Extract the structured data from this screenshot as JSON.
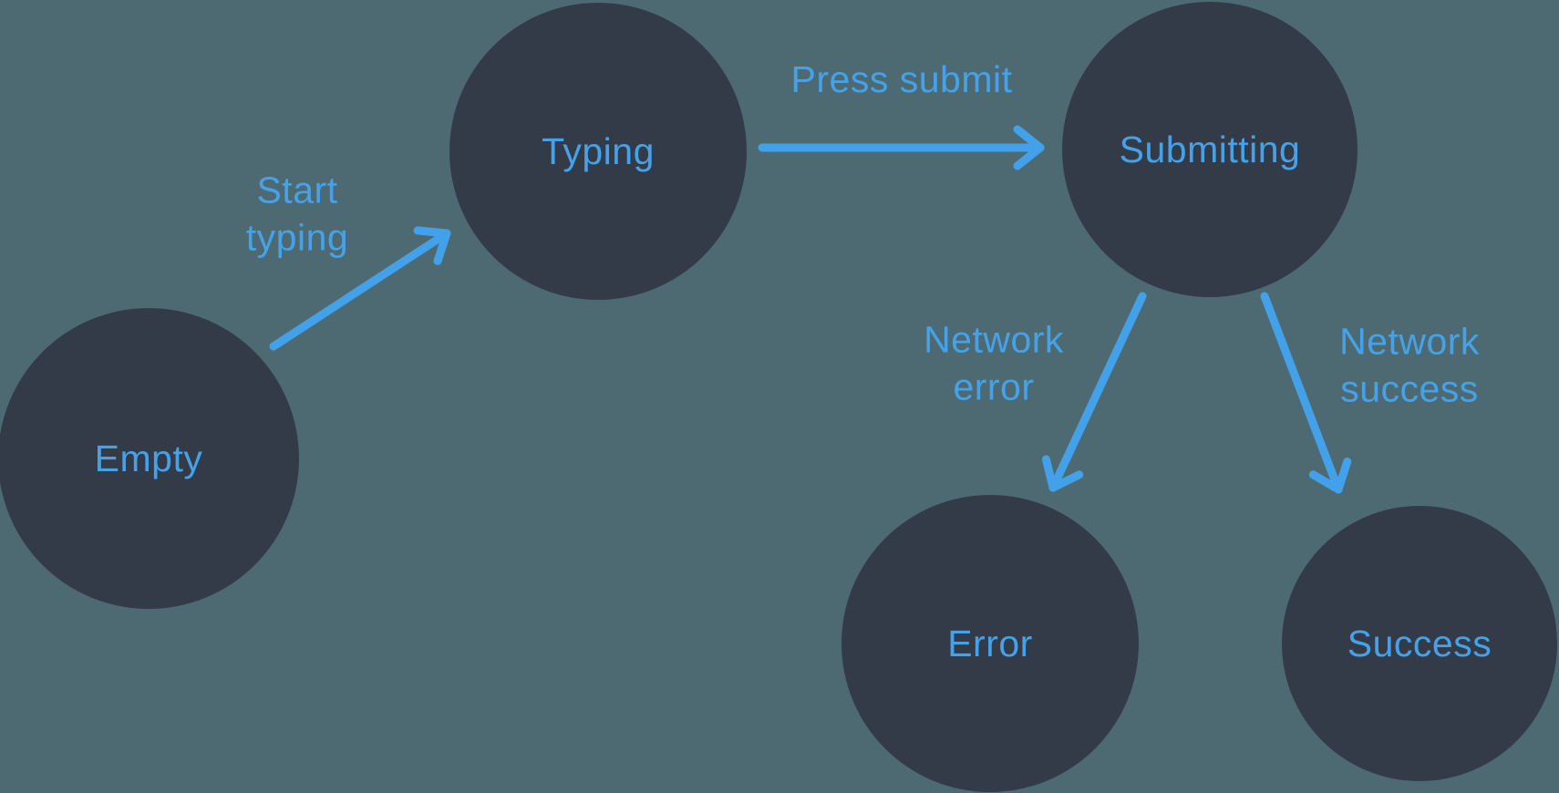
{
  "diagram": {
    "description": "Form submission state machine diagram",
    "colors": {
      "background": "#4D6A72",
      "node_fill": "#333B49",
      "accent_blue": "#45A2E8"
    },
    "nodes": {
      "empty": {
        "label": "Empty"
      },
      "typing": {
        "label": "Typing"
      },
      "submitting": {
        "label": "Submitting"
      },
      "error": {
        "label": "Error"
      },
      "success": {
        "label": "Success"
      }
    },
    "edges": {
      "start_typing": {
        "label": "Start typing",
        "from": "Empty",
        "to": "Typing"
      },
      "press_submit": {
        "label": "Press submit",
        "from": "Typing",
        "to": "Submitting"
      },
      "network_error": {
        "label": "Network error",
        "from": "Submitting",
        "to": "Error"
      },
      "network_success": {
        "label": "Network success",
        "from": "Submitting",
        "to": "Success"
      }
    }
  }
}
